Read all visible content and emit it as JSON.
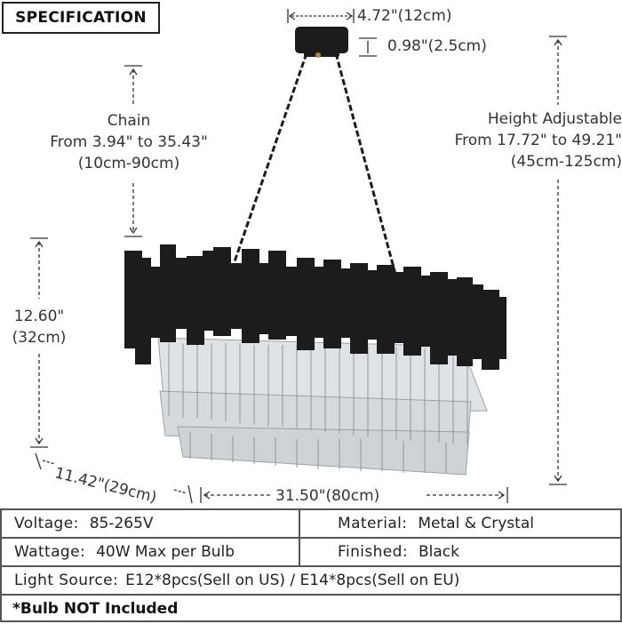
{
  "badge": "SPECIFICATION",
  "dimensions": {
    "canopy_width": "4.72\"(12cm)",
    "canopy_height": "0.98\"(2.5cm)",
    "chain_title": "Chain",
    "chain_range": "From 3.94\" to 35.43\"",
    "chain_metric": "(10cm-90cm)",
    "height_title": "Height Adjustable",
    "height_range": "From 17.72\" to 49.21\"",
    "height_metric": "(45cm-125cm)",
    "body_height": "12.60\"",
    "body_height_metric": "(32cm)",
    "depth": "11.42\"(29cm)",
    "length": "31.50\"(80cm)"
  },
  "specs": {
    "voltage_label": "Voltage:",
    "voltage_value": "85-265V",
    "material_label": "Material:",
    "material_value": "Metal & Crystal",
    "wattage_label": "Wattage:",
    "wattage_value": "40W Max per Bulb",
    "finished_label": "Finished:",
    "finished_value": "Black",
    "light_source_label": "Light Source:",
    "light_source_value": "E12*8pcs(Sell on US) / E14*8pcs(Sell on EU)",
    "bulb_note": "*Bulb NOT Included"
  },
  "colors": {
    "metal": "#1c1c1c",
    "crystal": "#cfd3d6",
    "dimension_line": "#333333"
  }
}
